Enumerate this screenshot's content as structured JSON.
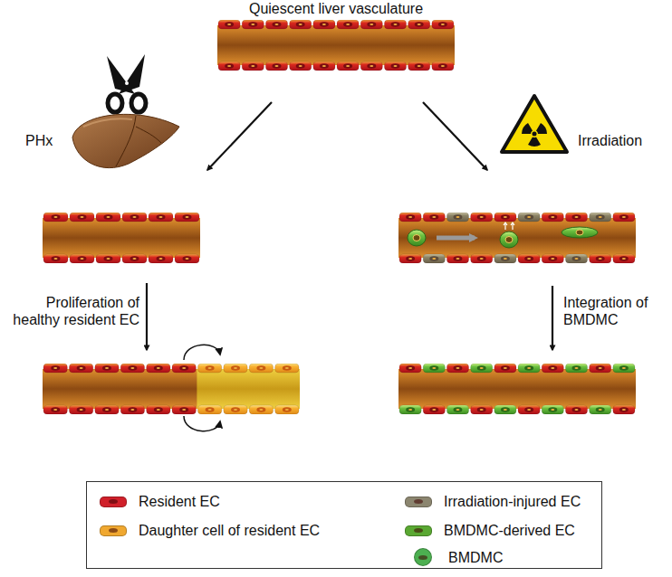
{
  "diagram": {
    "nodes": [
      {
        "text": [
          "Quiescent liver vasculature"
        ]
      },
      {
        "text": []
      },
      {
        "text": []
      },
      {
        "text": []
      },
      {
        "text": []
      }
    ],
    "edges": [
      {
        "from": 0,
        "to": 1,
        "arrow": "to",
        "label": "PHx"
      },
      {
        "from": 0,
        "to": 2,
        "arrow": "to",
        "label": "Irradiation"
      },
      {
        "from": 1,
        "to": 3,
        "arrow": "to",
        "label": "Proliferation of healthy resident EC"
      },
      {
        "from": 2,
        "to": 4,
        "arrow": "to",
        "label": "Integration of BMDMC"
      }
    ],
    "legend": [
      {
        "text": "Resident EC",
        "color": "#d0202a"
      },
      {
        "text": "Daughter cell of resident EC",
        "color": "#f0a830"
      },
      {
        "text": "Irradiation-injured EC",
        "color": "#8c8670"
      },
      {
        "text": "BMDMC-derived EC",
        "color": "#5aa832"
      },
      {
        "text": "BMDMC",
        "color": "#4caf50"
      }
    ]
  }
}
